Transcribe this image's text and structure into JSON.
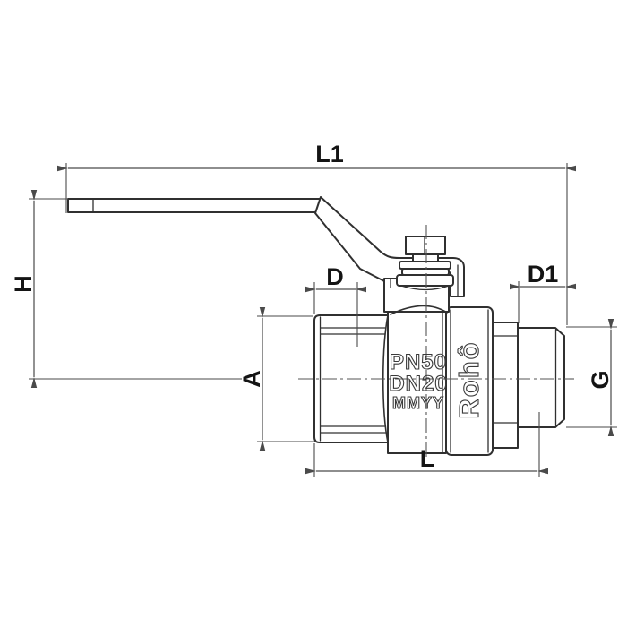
{
  "drawing": {
    "dims": {
      "l1": "L1",
      "h": "H",
      "d": "D",
      "d1": "D1",
      "a": "A",
      "g": "G",
      "l": "L"
    },
    "markings": {
      "pressure_rating": "PN50",
      "nominal_diameter": "DN20",
      "date_code": "MMYY",
      "brand": "Rohô"
    },
    "colors": {
      "outline": "#303030",
      "dimension": "#4a4a4a",
      "label": "#141414",
      "engraved": "#3a3a3a",
      "background": "#ffffff"
    }
  }
}
